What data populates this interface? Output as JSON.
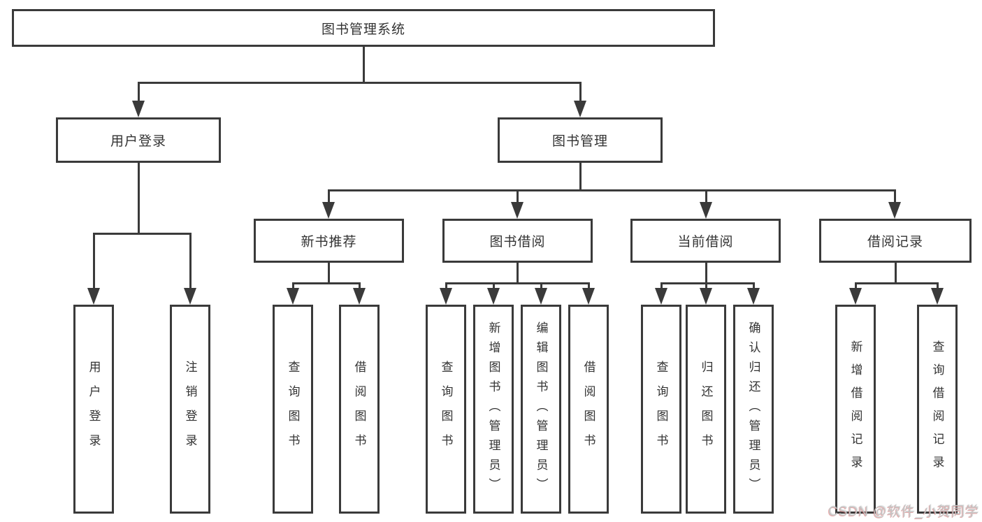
{
  "diagram_type": "hierarchy-tree",
  "tree": {
    "label": "图书管理系统",
    "children": [
      {
        "label": "用户登录",
        "children": [
          {
            "label": "用户登录"
          },
          {
            "label": "注销登录"
          }
        ]
      },
      {
        "label": "图书管理",
        "children": [
          {
            "label": "新书推荐",
            "children": [
              {
                "label": "查询图书"
              },
              {
                "label": "借阅图书"
              }
            ]
          },
          {
            "label": "图书借阅",
            "children": [
              {
                "label": "查询图书"
              },
              {
                "label": "新增图书（管理员）"
              },
              {
                "label": "编辑图书（管理员）"
              },
              {
                "label": "借阅图书"
              }
            ]
          },
          {
            "label": "当前借阅",
            "children": [
              {
                "label": "查询图书"
              },
              {
                "label": "归还图书"
              },
              {
                "label": "确认归还（管理员）"
              }
            ]
          },
          {
            "label": "借阅记录",
            "children": [
              {
                "label": "新增借阅记录"
              },
              {
                "label": "查询借阅记录"
              }
            ]
          }
        ]
      }
    ]
  },
  "watermark": "CSDN @软件_小贺同学",
  "colors": {
    "line": "#3a3a3a",
    "box_background": "#ffffff",
    "label_text": "#333333",
    "watermark_gray": "#c6c6c6",
    "watermark_red_fringe": "#d56a6a"
  }
}
